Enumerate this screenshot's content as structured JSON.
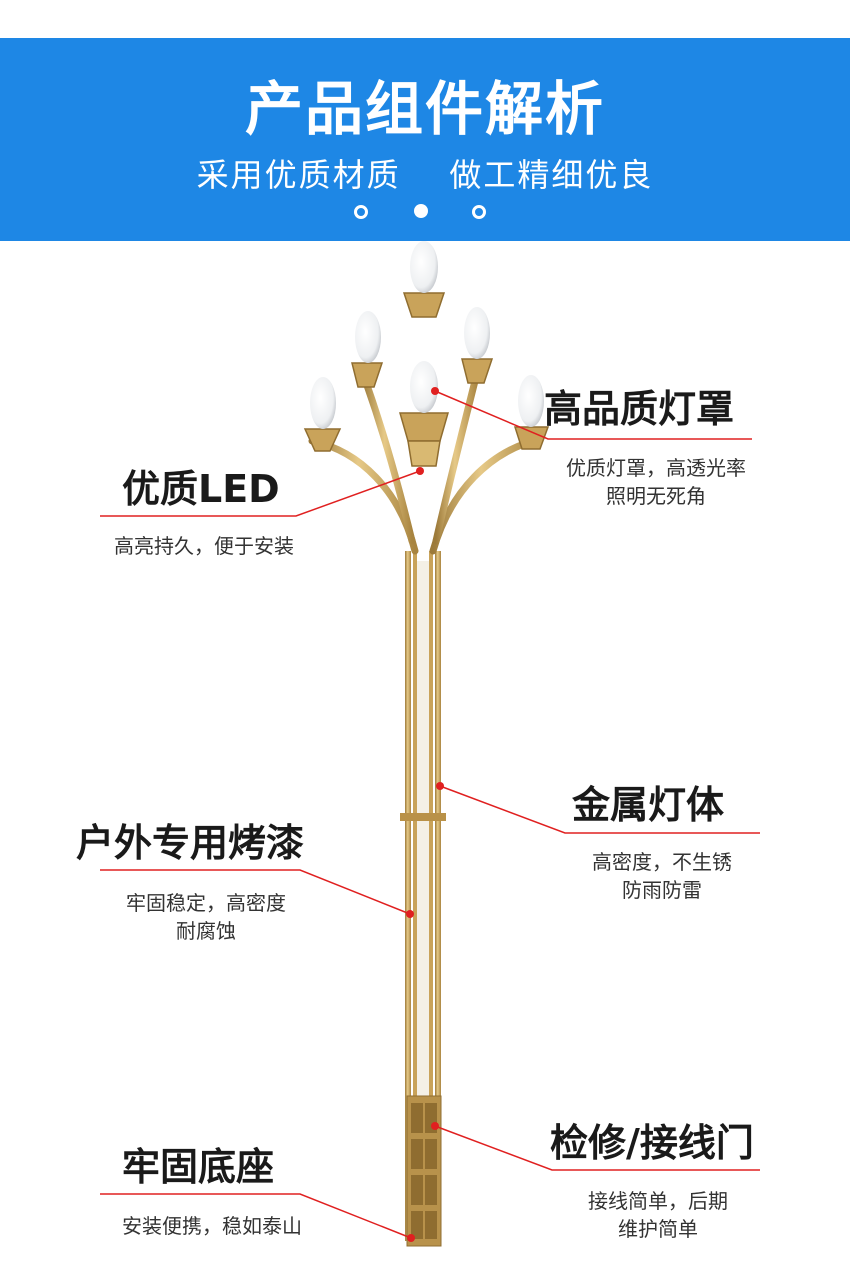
{
  "header": {
    "title": "产品组件解析",
    "subtitle": "采用优质材质    做工精细优良"
  },
  "colors": {
    "banner": "#1e87e5",
    "accent": "#e02020",
    "pole": "#c9a35a"
  },
  "callouts": [
    {
      "title": "高品质灯罩",
      "desc": [
        "优质灯罩，高透光率",
        "照明无死角"
      ]
    },
    {
      "title": "优质LED",
      "desc": [
        "高亮持久，便于安装"
      ]
    },
    {
      "title": "金属灯体",
      "desc": [
        "高密度，不生锈",
        "防雨防雷"
      ]
    },
    {
      "title": "户外专用烤漆",
      "desc": [
        "牢固稳定，高密度",
        "耐腐蚀"
      ]
    },
    {
      "title": "检修/接线门",
      "desc": [
        "接线简单，后期",
        "维护简单"
      ]
    },
    {
      "title": "牢固底座",
      "desc": [
        "安装便携，稳如泰山"
      ]
    }
  ]
}
